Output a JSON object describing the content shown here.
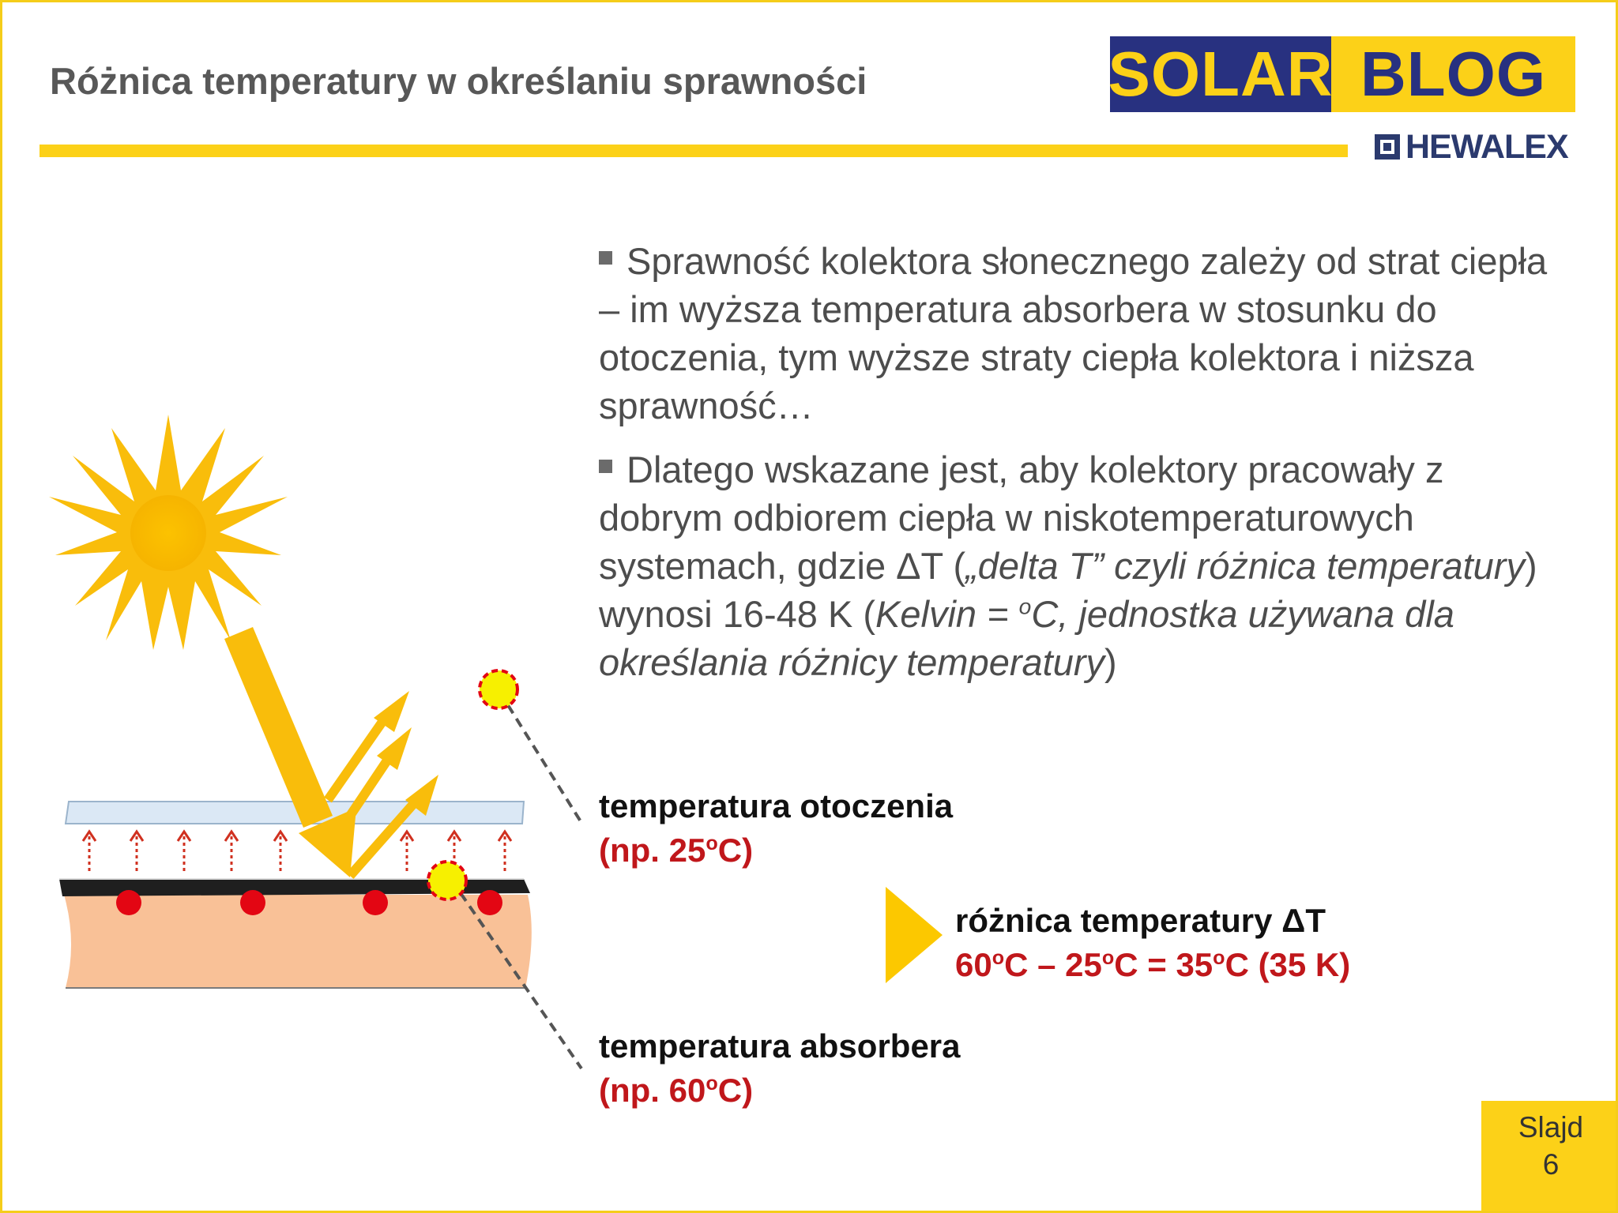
{
  "title": "Różnica temperatury w określaniu sprawności",
  "logo": {
    "word1": "SOLAR",
    "word2": "BLOG",
    "brand": "HEWALEX"
  },
  "para1": "Sprawność kolektora słonecznego zależy od strat ciepła – im wyższa temperatura absorbera w stosunku do otoczenia, tym wyższe straty ciepła kolektora i niższa sprawność…",
  "para2": {
    "t1": "Dlatego wskazane jest, aby kolektory pracowały z dobrym odbiorem ciepła w niskotemperaturowych systemach, gdzie ΔT (",
    "i1": "„delta T” czyli różnica temperatury",
    "t2": ") wynosi 16-48 K (",
    "i2": "Kelvin = ",
    "sup": "o",
    "i3": "C, jednostka używana dla określania różnicy temperatury",
    "t3": ")"
  },
  "ambient": {
    "label": "temperatura otoczenia",
    "value_pre": "(np. 25",
    "value_sup": "o",
    "value_post": "C)"
  },
  "absorber": {
    "label": "temperatura absorbera",
    "value_pre": "(np. 60",
    "value_sup": "o",
    "value_post": "C)"
  },
  "difference": {
    "label": "różnica temperatury ΔT",
    "a": "60",
    "b": "C – 25",
    "c": "C = 35",
    "d": "C (35 K)",
    "sup": "o"
  },
  "slide": {
    "label": "Slajd",
    "number": "6"
  },
  "colors": {
    "accent": "#fcd118",
    "navy": "#283180",
    "red": "#c0171b",
    "text": "#4d4d4d"
  }
}
